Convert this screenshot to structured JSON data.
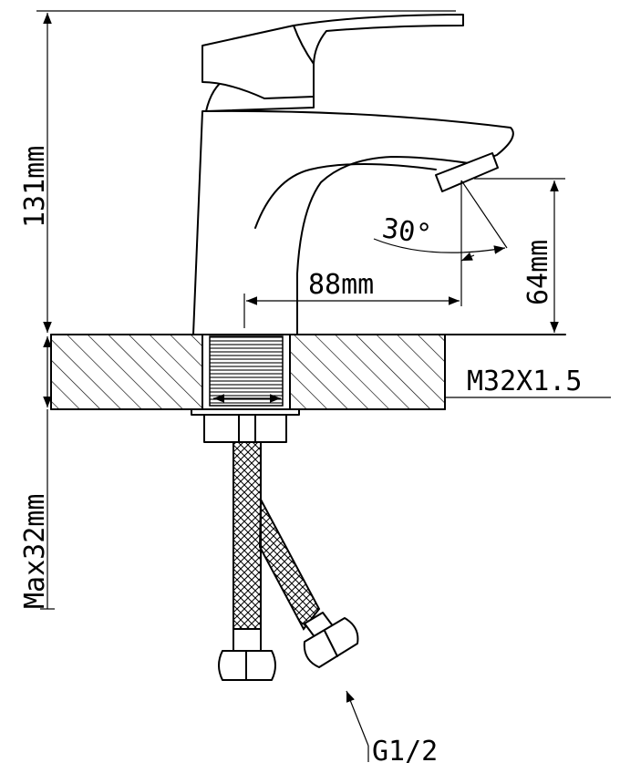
{
  "labels": {
    "height": "131mm",
    "reach": "88mm",
    "spout_height": "64mm",
    "angle": "30°",
    "thread": "M32X1.5",
    "max_counter": "Max32mm",
    "connector": "G1/2"
  },
  "colors": {
    "line": "#000000",
    "background": "#ffffff"
  }
}
